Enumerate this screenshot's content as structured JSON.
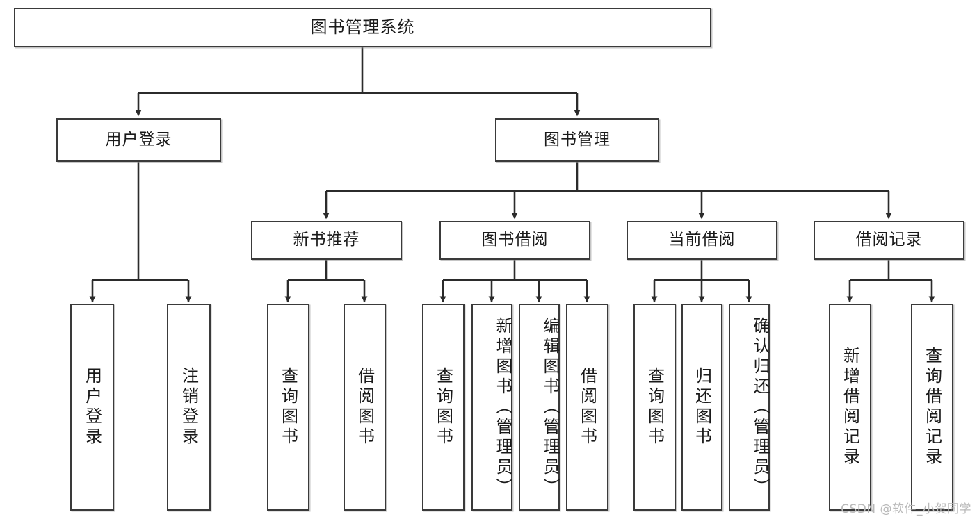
{
  "diagram": {
    "type": "tree-hierarchy",
    "title": "图书管理系统",
    "watermark": "CSDN @软件_小贺同学",
    "colors": {
      "box_border": "#3a3a3a",
      "box_fill": "#ffffff",
      "connector": "#1a1a1a",
      "watermark": "#b9b9b9",
      "background": "#ffffff"
    },
    "nodes": {
      "root": {
        "label": "图书管理系统"
      },
      "level2": [
        {
          "id": "user-login",
          "label": "用户登录"
        },
        {
          "id": "book-manage",
          "label": "图书管理"
        }
      ],
      "level3": [
        {
          "id": "new-book-recommend",
          "label": "新书推荐"
        },
        {
          "id": "book-borrow",
          "label": "图书借阅"
        },
        {
          "id": "current-borrow",
          "label": "当前借阅"
        },
        {
          "id": "borrow-record",
          "label": "借阅记录"
        }
      ],
      "leaves": {
        "user-login": [
          {
            "id": "leaf-user-login",
            "label": "用户登录"
          },
          {
            "id": "leaf-logout",
            "label": "注销登录"
          }
        ],
        "new-book-recommend": [
          {
            "id": "leaf-query-book-1",
            "label": "查询图书"
          },
          {
            "id": "leaf-borrow-book-1",
            "label": "借阅图书"
          }
        ],
        "book-borrow": [
          {
            "id": "leaf-query-book-2",
            "label": "查询图书"
          },
          {
            "id": "leaf-add-book",
            "label": "新增图书（管理员）"
          },
          {
            "id": "leaf-edit-book",
            "label": "编辑图书（管理员）"
          },
          {
            "id": "leaf-borrow-book-2",
            "label": "借阅图书"
          }
        ],
        "current-borrow": [
          {
            "id": "leaf-query-book-3",
            "label": "查询图书"
          },
          {
            "id": "leaf-return-book",
            "label": "归还图书"
          },
          {
            "id": "leaf-confirm-return",
            "label": "确认归还（管理员）"
          }
        ],
        "borrow-record": [
          {
            "id": "leaf-add-record",
            "label": "新增借阅记录"
          },
          {
            "id": "leaf-query-record",
            "label": "查询借阅记录"
          }
        ]
      }
    }
  }
}
